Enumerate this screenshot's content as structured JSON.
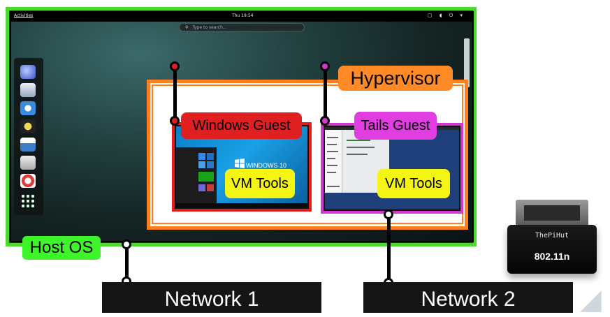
{
  "host_os": {
    "topbar": {
      "activities": "Activities",
      "clock": "Thu 19:54"
    },
    "search": {
      "placeholder": "Type to search..."
    },
    "label": "Host OS"
  },
  "hypervisor": {
    "label": "Hypervisor"
  },
  "guests": {
    "windows": {
      "label": "Windows Guest",
      "os_text": "WINDOWS 10",
      "tools": "VM Tools"
    },
    "tails": {
      "label": "Tails Guest",
      "tools": "VM Tools"
    }
  },
  "networks": {
    "network1": "Network 1",
    "network2": "Network 2"
  },
  "usb_adapter": {
    "brand": "ThePiHut",
    "model": "802.11n"
  },
  "colors": {
    "host": "#4cd82f",
    "hypervisor": "#ff7f1e",
    "windows": "#e02020",
    "tails": "#d436d4",
    "vm_tools": "#f5f515"
  }
}
